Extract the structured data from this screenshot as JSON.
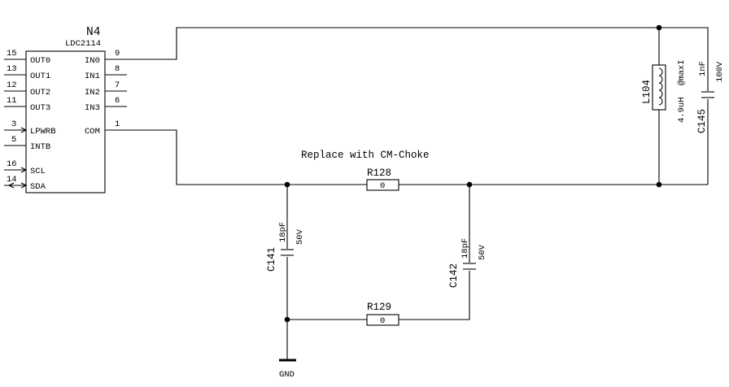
{
  "ic": {
    "designator": "N4",
    "part": "LDC2114",
    "left_pins": [
      {
        "num": "15",
        "name": "OUT0"
      },
      {
        "num": "13",
        "name": "OUT1"
      },
      {
        "num": "12",
        "name": "OUT2"
      },
      {
        "num": "11",
        "name": "OUT3"
      },
      {
        "num": "3",
        "name": "LPWRB"
      },
      {
        "num": "5",
        "name": "INTB"
      },
      {
        "num": "16",
        "name": "SCL"
      },
      {
        "num": "14",
        "name": "SDA"
      }
    ],
    "right_pins": [
      {
        "num": "9",
        "name": "IN0"
      },
      {
        "num": "8",
        "name": "IN1"
      },
      {
        "num": "7",
        "name": "IN2"
      },
      {
        "num": "6",
        "name": "IN3"
      },
      {
        "num": "1",
        "name": "COM"
      }
    ]
  },
  "inductor": {
    "designator": "L104",
    "value": "4.9uH",
    "param": "@maxI"
  },
  "c145": {
    "designator": "C145",
    "value": "1nF",
    "voltage": "100V"
  },
  "c141": {
    "designator": "C141",
    "value": "18pF",
    "voltage": "50V"
  },
  "c142": {
    "designator": "C142",
    "value": "18pF",
    "voltage": "50V"
  },
  "r128": {
    "designator": "R128",
    "value": "0"
  },
  "r129": {
    "designator": "R129",
    "value": "0"
  },
  "note": "Replace with CM-Choke",
  "gnd": "GND"
}
